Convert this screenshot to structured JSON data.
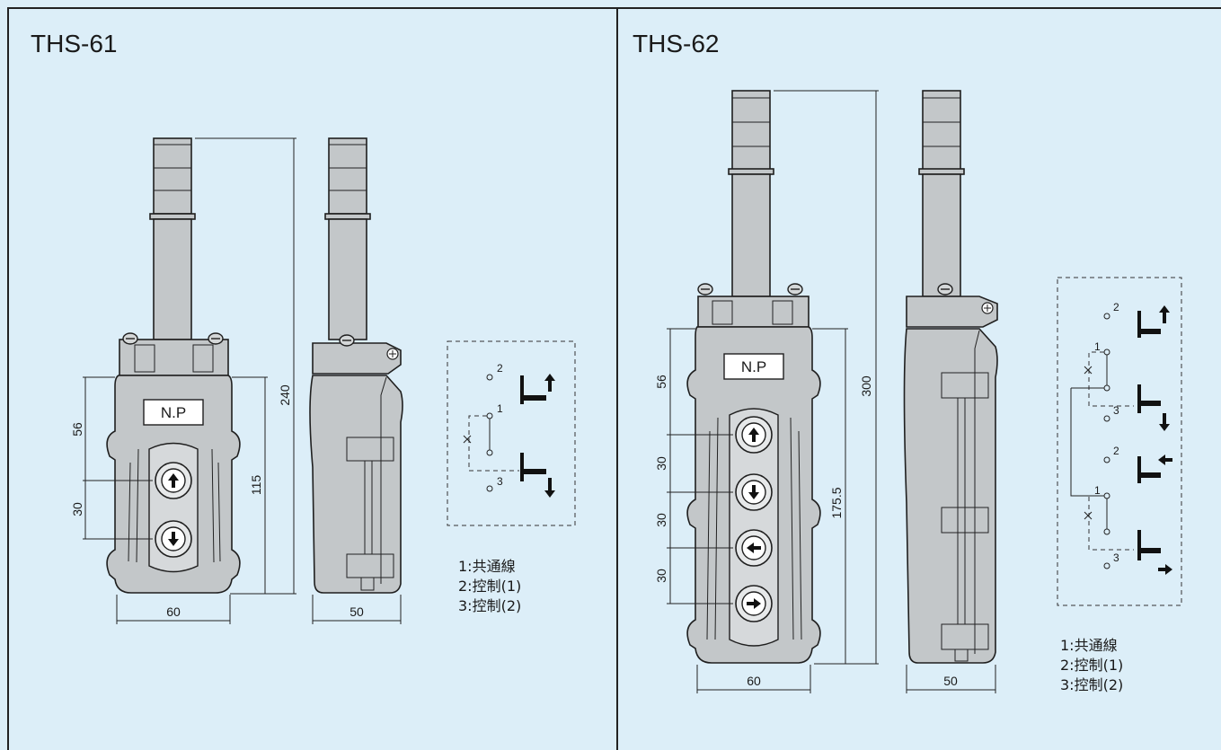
{
  "panels": [
    {
      "title": "THS-61",
      "dims": {
        "overall_height": "240",
        "body_height": "115",
        "top_section": "56",
        "pitch": "30",
        "front_width": "60",
        "side_width": "50"
      },
      "nameplate": "N.P",
      "schematic_labels": [
        "2",
        "1",
        "3"
      ],
      "legend": [
        "1:共通線",
        "2:控制(1)",
        "3:控制(2)"
      ]
    },
    {
      "title": "THS-62",
      "dims": {
        "overall_height": "300",
        "body_height": "175.5",
        "top_section": "56",
        "pitch_1": "30",
        "pitch_2": "30",
        "pitch_3": "30",
        "front_width": "60",
        "side_width": "50"
      },
      "nameplate": "N.P",
      "schematic_labels": [
        "2",
        "1",
        "3",
        "2",
        "1",
        "3"
      ],
      "legend": [
        "1:共通線",
        "2:控制(1)",
        "3:控制(2)"
      ]
    }
  ],
  "colors": {
    "background": "#dceef8",
    "border": "#222222",
    "body_fill": "#c3c7c9"
  },
  "icons": [
    "arrow-up-icon",
    "arrow-down-icon",
    "arrow-left-icon",
    "arrow-right-icon",
    "screw-icon"
  ]
}
